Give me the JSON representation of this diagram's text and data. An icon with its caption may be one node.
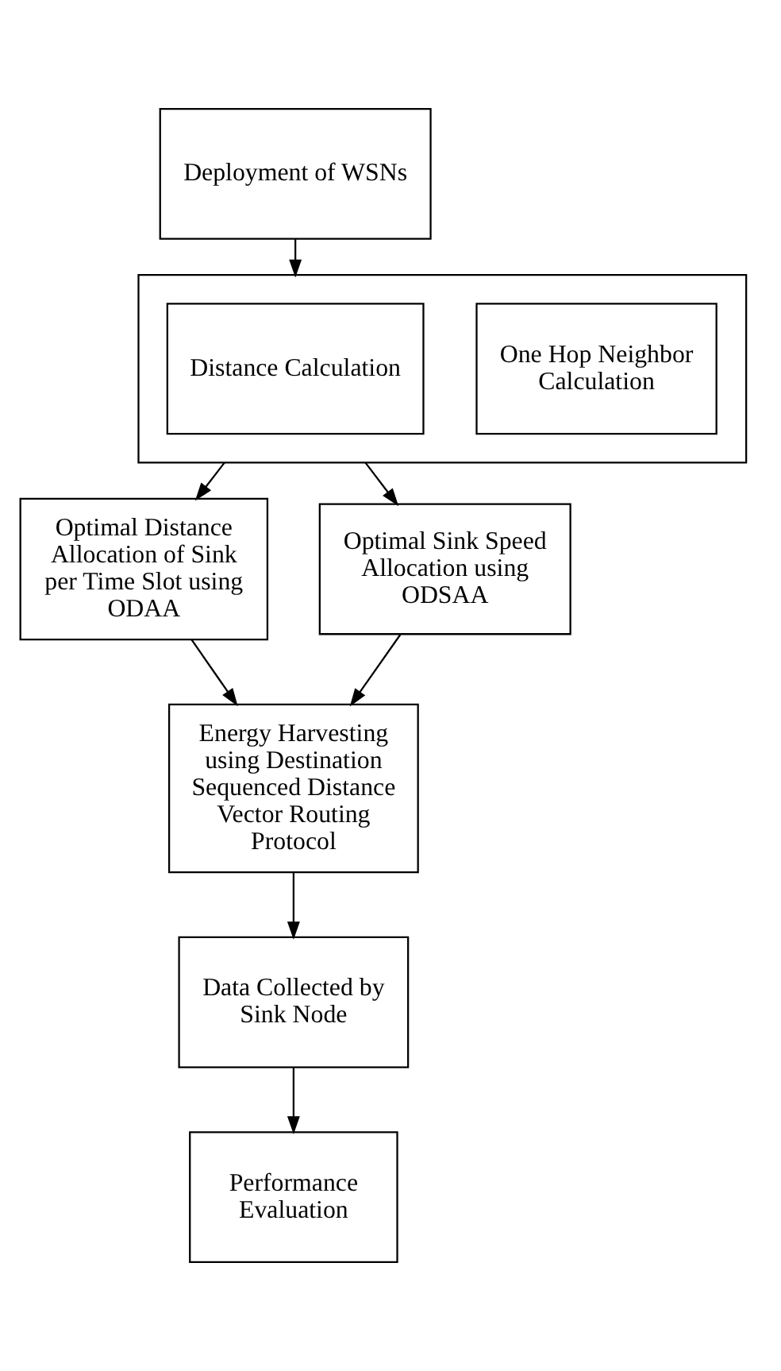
{
  "diagram": {
    "nodes": [
      {
        "text": [
          "Deployment of WSNs"
        ]
      },
      {
        "text": [],
        "shape": "box"
      },
      {
        "text": [
          "Distance Calculation"
        ],
        "in": 1
      },
      {
        "text": [
          "One Hop Neighbor Calculation"
        ],
        "in": 1
      },
      {
        "text": [
          "Optimal Distance Allocation of Sink per Time Slot using ODAA"
        ]
      },
      {
        "text": [
          "Optimal Sink Speed Allocation using ODSAA"
        ]
      },
      {
        "text": [
          "Energy Harvesting using Destination Sequenced Distance Vector Routing Protocol"
        ]
      },
      {
        "text": [
          "Data Collected by Sink Node"
        ]
      },
      {
        "text": [
          "Performance Evaluation"
        ]
      }
    ],
    "edges": [
      {
        "from": 0,
        "to": 1,
        "arrow": "to"
      },
      {
        "from": 1,
        "to": 4,
        "arrow": "to"
      },
      {
        "from": 1,
        "to": 5,
        "arrow": "to"
      },
      {
        "from": 4,
        "to": 6,
        "arrow": "to"
      },
      {
        "from": 5,
        "to": 6,
        "arrow": "to"
      },
      {
        "from": 6,
        "to": 7,
        "arrow": "to"
      },
      {
        "from": 7,
        "to": 8,
        "arrow": "to"
      }
    ]
  }
}
